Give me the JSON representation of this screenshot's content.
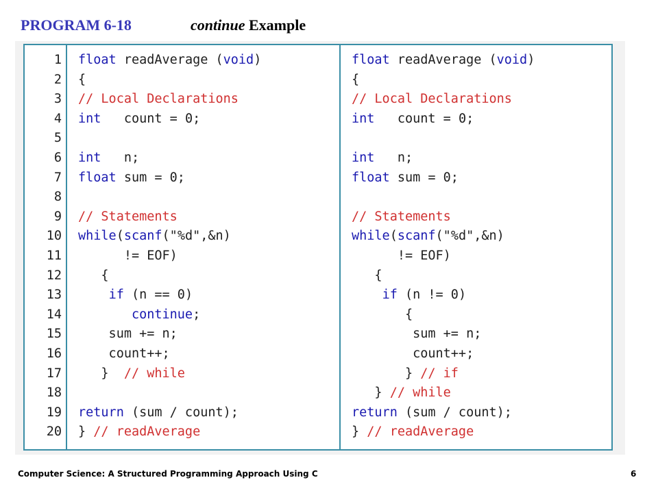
{
  "title": {
    "program": "PROGRAM 6-18",
    "subtitle_em": "continue",
    "subtitle_rest": " Example"
  },
  "line_numbers": [
    "1",
    "2",
    "3",
    "4",
    "5",
    "6",
    "7",
    "8",
    "9",
    "10",
    "11",
    "12",
    "13",
    "14",
    "15",
    "16",
    "17",
    "18",
    "19",
    "20"
  ],
  "left_code": [
    [
      [
        "kw",
        "float"
      ],
      [
        "t",
        " readAverage ("
      ],
      [
        "kw",
        "void"
      ],
      [
        "t",
        ")"
      ]
    ],
    [
      [
        "t",
        "{"
      ]
    ],
    [
      [
        "cm",
        "// Local Declarations"
      ]
    ],
    [
      [
        "kw",
        "int"
      ],
      [
        "t",
        "   count = 0;"
      ]
    ],
    [],
    [
      [
        "kw",
        "int"
      ],
      [
        "t",
        "   n;"
      ]
    ],
    [
      [
        "kw",
        "float"
      ],
      [
        "t",
        " sum = 0;"
      ]
    ],
    [],
    [
      [
        "cm",
        "// Statements"
      ]
    ],
    [
      [
        "kw",
        "while"
      ],
      [
        "t",
        "("
      ],
      [
        "kw",
        "scanf"
      ],
      [
        "t",
        "(\"%d\",&n)"
      ]
    ],
    [
      [
        "t",
        "      != EOF)"
      ]
    ],
    [
      [
        "t",
        "   {"
      ]
    ],
    [
      [
        "t",
        "    "
      ],
      [
        "kw",
        "if"
      ],
      [
        "t",
        " (n == 0)"
      ]
    ],
    [
      [
        "t",
        "       "
      ],
      [
        "kw",
        "continue"
      ],
      [
        "t",
        ";"
      ]
    ],
    [
      [
        "t",
        "    sum += n;"
      ]
    ],
    [
      [
        "t",
        "    count++;"
      ]
    ],
    [
      [
        "t",
        "   }  "
      ],
      [
        "cm",
        "// while"
      ]
    ],
    [],
    [
      [
        "kw",
        "return"
      ],
      [
        "t",
        " (sum / count);"
      ]
    ],
    [
      [
        "t",
        "} "
      ],
      [
        "cm",
        "// readAverage"
      ]
    ]
  ],
  "right_code": [
    [
      [
        "kw",
        "float"
      ],
      [
        "t",
        " readAverage ("
      ],
      [
        "kw",
        "void"
      ],
      [
        "t",
        ")"
      ]
    ],
    [
      [
        "t",
        "{"
      ]
    ],
    [
      [
        "cm",
        "// Local Declarations"
      ]
    ],
    [
      [
        "kw",
        "int"
      ],
      [
        "t",
        "   count = 0;"
      ]
    ],
    [],
    [
      [
        "kw",
        "int"
      ],
      [
        "t",
        "   n;"
      ]
    ],
    [
      [
        "kw",
        "float"
      ],
      [
        "t",
        " sum = 0;"
      ]
    ],
    [],
    [
      [
        "cm",
        "// Statements"
      ]
    ],
    [
      [
        "kw",
        "while"
      ],
      [
        "t",
        "("
      ],
      [
        "kw",
        "scanf"
      ],
      [
        "t",
        "(\"%d\",&n)"
      ]
    ],
    [
      [
        "t",
        "      != EOF)"
      ]
    ],
    [
      [
        "t",
        "   {"
      ]
    ],
    [
      [
        "t",
        "    "
      ],
      [
        "kw",
        "if"
      ],
      [
        "t",
        " (n != 0)"
      ]
    ],
    [
      [
        "t",
        "       {"
      ]
    ],
    [
      [
        "t",
        "        sum += n;"
      ]
    ],
    [
      [
        "t",
        "        count++;"
      ]
    ],
    [
      [
        "t",
        "       } "
      ],
      [
        "cm",
        "// if"
      ]
    ],
    [
      [
        "t",
        "   } "
      ],
      [
        "cm",
        "// while"
      ]
    ],
    [
      [
        "kw",
        "return"
      ],
      [
        "t",
        " (sum / count);"
      ]
    ],
    [
      [
        "t",
        "} "
      ],
      [
        "cm",
        "// readAverage"
      ]
    ]
  ],
  "footer": {
    "book": "Computer Science: A Structured Programming Approach Using C",
    "page": "6"
  },
  "colors": {
    "title": "#3939b8",
    "keyword": "#1a1ab0",
    "comment": "#d03030",
    "border": "#3a8ea6"
  }
}
